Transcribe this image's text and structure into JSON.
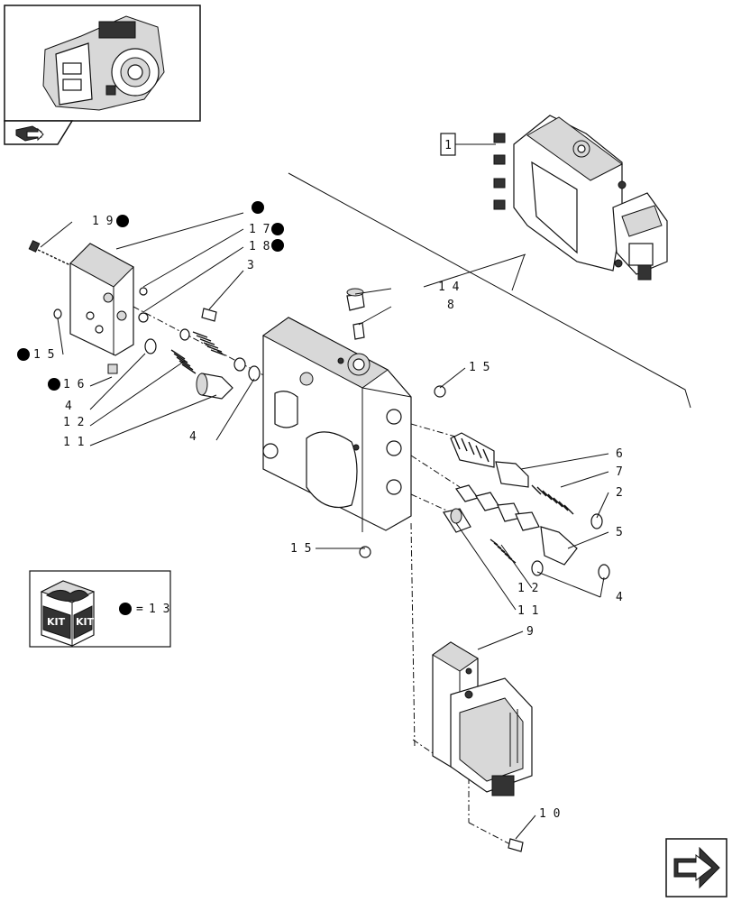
{
  "diagram": {
    "assembly_ref": "1",
    "kit_label_left": "KIT",
    "kit_label_right": "KIT",
    "kit_equals": "=",
    "kit_ref": "1 3",
    "callouts": [
      {
        "id": "c19",
        "text": "1 9",
        "kit": true
      },
      {
        "id": "c17",
        "text": "1 7",
        "kit": true
      },
      {
        "id": "c18",
        "text": "1 8",
        "kit": true
      },
      {
        "id": "c3",
        "text": "3",
        "kit": false
      },
      {
        "id": "c15a",
        "text": "1 5",
        "kit": true
      },
      {
        "id": "c16",
        "text": "1 6",
        "kit": true
      },
      {
        "id": "c4a",
        "text": "4",
        "kit": false
      },
      {
        "id": "c12a",
        "text": "1 2",
        "kit": false
      },
      {
        "id": "c11a",
        "text": "1 1",
        "kit": false
      },
      {
        "id": "c4b",
        "text": "4",
        "kit": false
      },
      {
        "id": "c14",
        "text": "1 4",
        "kit": false
      },
      {
        "id": "c8",
        "text": "8",
        "kit": false
      },
      {
        "id": "c15b",
        "text": "1 5",
        "kit": false
      },
      {
        "id": "c6",
        "text": "6",
        "kit": false
      },
      {
        "id": "c7",
        "text": "7",
        "kit": false
      },
      {
        "id": "c2",
        "text": "2",
        "kit": false
      },
      {
        "id": "c5",
        "text": "5",
        "kit": false
      },
      {
        "id": "c15c",
        "text": "1 5",
        "kit": false
      },
      {
        "id": "c12b",
        "text": "1 2",
        "kit": false
      },
      {
        "id": "c11b",
        "text": "1 1",
        "kit": false
      },
      {
        "id": "c4c",
        "text": "4",
        "kit": false
      },
      {
        "id": "c9",
        "text": "9",
        "kit": false
      },
      {
        "id": "c10",
        "text": "1 0",
        "kit": false
      }
    ],
    "icons": {
      "thumbnail": "transmission-housing-thumbnail",
      "thumb_nav": "book-arrow-icon",
      "kit_box": "kit-box-icon",
      "next_page": "next-page-arrow-icon"
    }
  }
}
